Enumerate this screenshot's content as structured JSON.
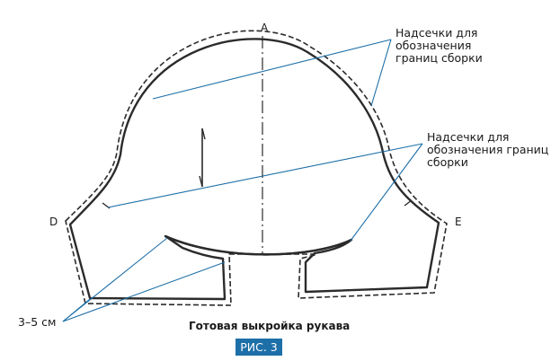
{
  "labels": {
    "point_a": "A",
    "point_d": "D",
    "point_e": "E"
  },
  "notes": {
    "notch_upper_line1": "Надсечки для",
    "notch_upper_line2": "обозначения",
    "notch_upper_line3": "границ сборки",
    "notch_lower_line1": "Надсечки для",
    "notch_lower_line2": "обозначения границ",
    "notch_lower_line3": "сборки",
    "allowance": "3–5 см"
  },
  "caption": "Готовая выкройка рукава",
  "figure_label": "РИС. 3",
  "colors": {
    "outline": "#2b2b2b",
    "leader": "#1d6fa8",
    "badge": "#1d6fa8",
    "badge_text": "#ffffff"
  }
}
